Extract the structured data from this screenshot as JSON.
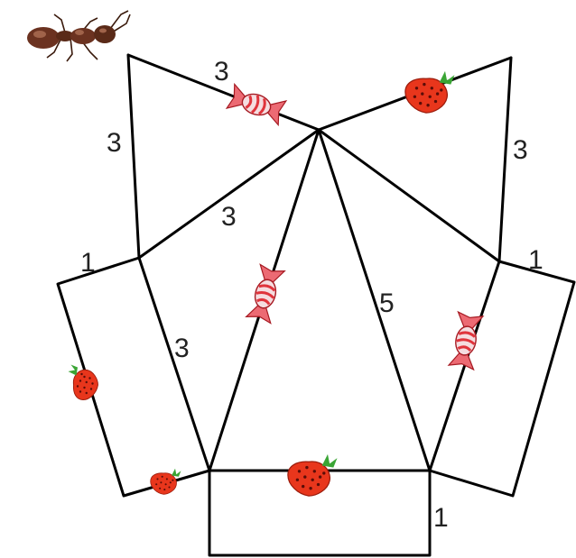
{
  "labels": {
    "top_left_edge": "3",
    "left_outer_edge": "3",
    "inner_diagonal": "3",
    "left_inner_edge": "3",
    "left_rect_top": "1",
    "right_outer_edge": "3",
    "right_rect_top": "1",
    "inner_right_edge": "5",
    "bottom_rect_side": "1"
  },
  "colors": {
    "line": "#000000",
    "strawberry": "#e8361c",
    "strawberry_leaf": "#3aa535",
    "candy": "#e0343c",
    "ant": "#5a2a18"
  },
  "icons": [
    "ant-icon",
    "candy-icon",
    "strawberry-icon"
  ]
}
